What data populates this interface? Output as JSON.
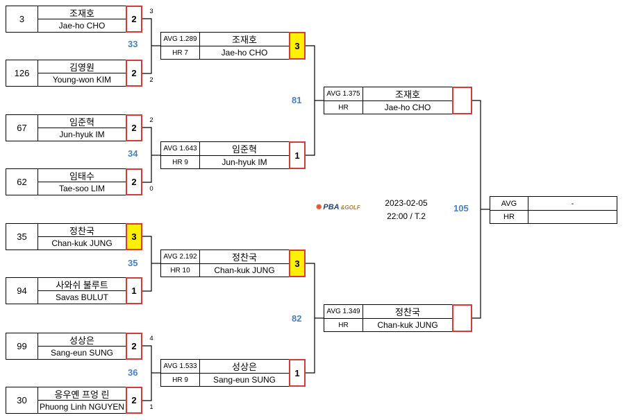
{
  "round1": [
    {
      "seed": "3",
      "name_kr": "조재호",
      "name_en": "Jae-ho CHO",
      "score": "2",
      "win": false
    },
    {
      "seed": "126",
      "name_kr": "김영원",
      "name_en": "Young-won KIM",
      "score": "2",
      "win": false
    },
    {
      "seed": "67",
      "name_kr": "임준혁",
      "name_en": "Jun-hyuk IM",
      "score": "2",
      "win": false
    },
    {
      "seed": "62",
      "name_kr": "임태수",
      "name_en": "Tae-soo LIM",
      "score": "2",
      "win": false
    },
    {
      "seed": "35",
      "name_kr": "정찬국",
      "name_en": "Chan-kuk JUNG",
      "score": "3",
      "win": true
    },
    {
      "seed": "94",
      "name_kr": "사와쉬 불루트",
      "name_en": "Savas BULUT",
      "score": "1",
      "win": false
    },
    {
      "seed": "99",
      "name_kr": "성상은",
      "name_en": "Sang-eun SUNG",
      "score": "2",
      "win": false
    },
    {
      "seed": "30",
      "name_kr": "응우옌 프엉 린",
      "name_en": "Phuong Linh NGUYEN",
      "score": "2",
      "win": false
    }
  ],
  "tiebreaks": [
    {
      "top": "3",
      "bottom": "2"
    },
    {
      "top": "2",
      "bottom": "0"
    },
    {
      "top": "4",
      "bottom": "1"
    }
  ],
  "round1_match_numbers": [
    "33",
    "34",
    "35",
    "36"
  ],
  "round2": [
    {
      "avg": "AVG 1.289",
      "hr": "HR 7",
      "name_kr": "조재호",
      "name_en": "Jae-ho CHO",
      "score": "3",
      "win": true
    },
    {
      "avg": "AVG 1.643",
      "hr": "HR 9",
      "name_kr": "임준혁",
      "name_en": "Jun-hyuk IM",
      "score": "1",
      "win": false
    },
    {
      "avg": "AVG 2.192",
      "hr": "HR 10",
      "name_kr": "정찬국",
      "name_en": "Chan-kuk JUNG",
      "score": "3",
      "win": true
    },
    {
      "avg": "AVG 1.533",
      "hr": "HR 9",
      "name_kr": "성상은",
      "name_en": "Sang-eun SUNG",
      "score": "1",
      "win": false
    }
  ],
  "round2_match_numbers": [
    "81",
    "82"
  ],
  "round3": [
    {
      "avg": "AVG 1.375",
      "hr": "HR",
      "name_kr": "조재호",
      "name_en": "Jae-ho CHO",
      "score": ""
    },
    {
      "avg": "AVG 1.349",
      "hr": "HR",
      "name_kr": "정찬국",
      "name_en": "Chan-kuk JUNG",
      "score": ""
    }
  ],
  "final": {
    "match_number": "105",
    "avg_label": "AVG",
    "avg_value": "-",
    "hr_label": "HR",
    "hr_value": ""
  },
  "logo": {
    "main": "PBA",
    "sub": "&GOLF"
  },
  "schedule": {
    "date": "2023-02-05",
    "time": "22:00 / T.2"
  },
  "colors": {
    "border_red": "#d33a3a",
    "winner_fill": "#ffef00",
    "match_number": "#4b80be"
  }
}
